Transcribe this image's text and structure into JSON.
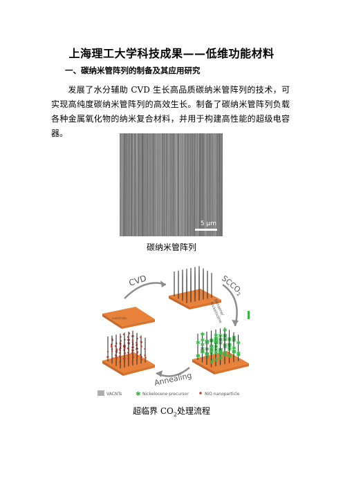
{
  "document": {
    "title": "上海理工大学科技成果——低维功能材料",
    "section_heading": "一、碳纳米管阵列的制备及其应用研究",
    "paragraph": "发展了水分辅助 CVD 生长高品质碳纳米管阵列的技术，可实现高纯度碳纳米管阵列的高效生长。制备了碳纳米管阵列负载各种金属氧化物的纳米复合材料，并用于构建高性能的超级电容器。",
    "figure1": {
      "scale_label": "5 μm",
      "caption": "碳纳米管阵列"
    },
    "figure2": {
      "label_cvd": "CVD",
      "label_scco2": "SCCO",
      "label_scco2_sub": "2",
      "label_solvent_1": "Benzene/",
      "label_solvent_2": "Nickelocene",
      "label_annealing": "Annealing",
      "substrate_label": "substrate",
      "legend_vacnts": "VACNTs",
      "legend_precursor": "Nickelocene precursor",
      "legend_nio": "NiO nanoparticle",
      "caption_main": "超临界 CO",
      "caption_sub": "2",
      "caption_tail": "处理流程"
    }
  },
  "colors": {
    "substrate": "#e8823a",
    "substrate_side": "#c9662a",
    "tube": "#333333",
    "precursor": "#3bb34a",
    "nio": "#c0392b",
    "arrow": "#8c8c8c"
  }
}
